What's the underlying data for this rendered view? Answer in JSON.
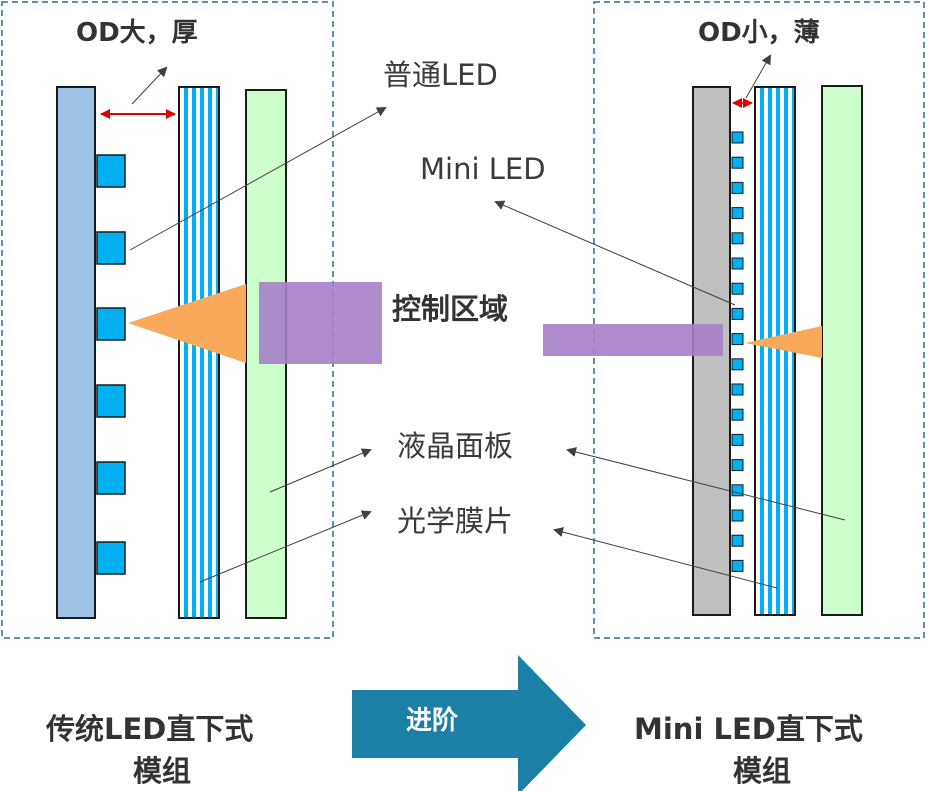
{
  "left_module": {
    "od_label": "OD大，厚",
    "caption_line1": "传统LED直下式",
    "caption_line2": "模组"
  },
  "right_module": {
    "od_label": "OD小，薄",
    "caption_line1": "Mini LED直下式",
    "caption_line2": "模组"
  },
  "labels": {
    "normal_led": "普通LED",
    "mini_led": "Mini LED",
    "control_region": "控制区域",
    "lcd_panel": "液晶面板",
    "optical_film": "光学膜片"
  },
  "upgrade_arrow": {
    "label": "进阶"
  },
  "colors": {
    "backplate_traditional": "#9dc3e6",
    "backplate_mini": "#bfbfbf",
    "led": "#00b0f0",
    "lcd_panel": "#ccffcc",
    "light_cone": "#f8a95a",
    "control_region": "#a67fc8",
    "upgrade_arrow": "#1b7fa6",
    "od_arrow": "#e00000",
    "frame_dash": "#2e6f8e"
  }
}
